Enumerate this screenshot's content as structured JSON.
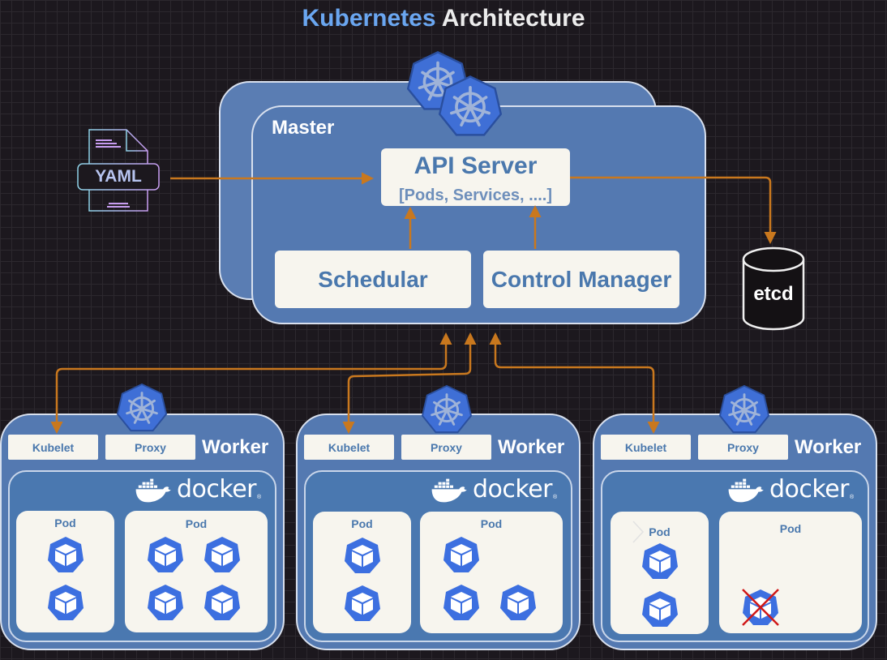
{
  "title": {
    "part1": "Kubernetes",
    "part2": "Architecture"
  },
  "yaml_icon_label": "YAML",
  "master": {
    "label": "Master",
    "api_server": {
      "name": "API Server",
      "resources": "[Pods, Services, ....]"
    },
    "scheduler": "Schedular",
    "control_manager": "Control Manager"
  },
  "etcd": "etcd",
  "workers": [
    {
      "label": "Worker",
      "kubelet": "Kubelet",
      "proxy": "Proxy",
      "docker": "docker",
      "pods": [
        "Pod",
        "Pod"
      ]
    },
    {
      "label": "Worker",
      "kubelet": "Kubelet",
      "proxy": "Proxy",
      "docker": "docker",
      "pods": [
        "Pod",
        "Pod"
      ]
    },
    {
      "label": "Worker",
      "kubelet": "Kubelet",
      "proxy": "Proxy",
      "docker": "docker",
      "pods": [
        "Pod",
        "Pod"
      ]
    }
  ],
  "colors": {
    "accent_title": "#6aa6f0",
    "panel": "#5479b1",
    "arrow": "#c9781e",
    "k8s_logo": "#3f6fd6",
    "failed_mark": "#d01818"
  },
  "icons": [
    "kubernetes-logo",
    "yaml-file-icon",
    "docker-whale-icon",
    "pod-cube-icon",
    "database-cylinder-icon"
  ]
}
